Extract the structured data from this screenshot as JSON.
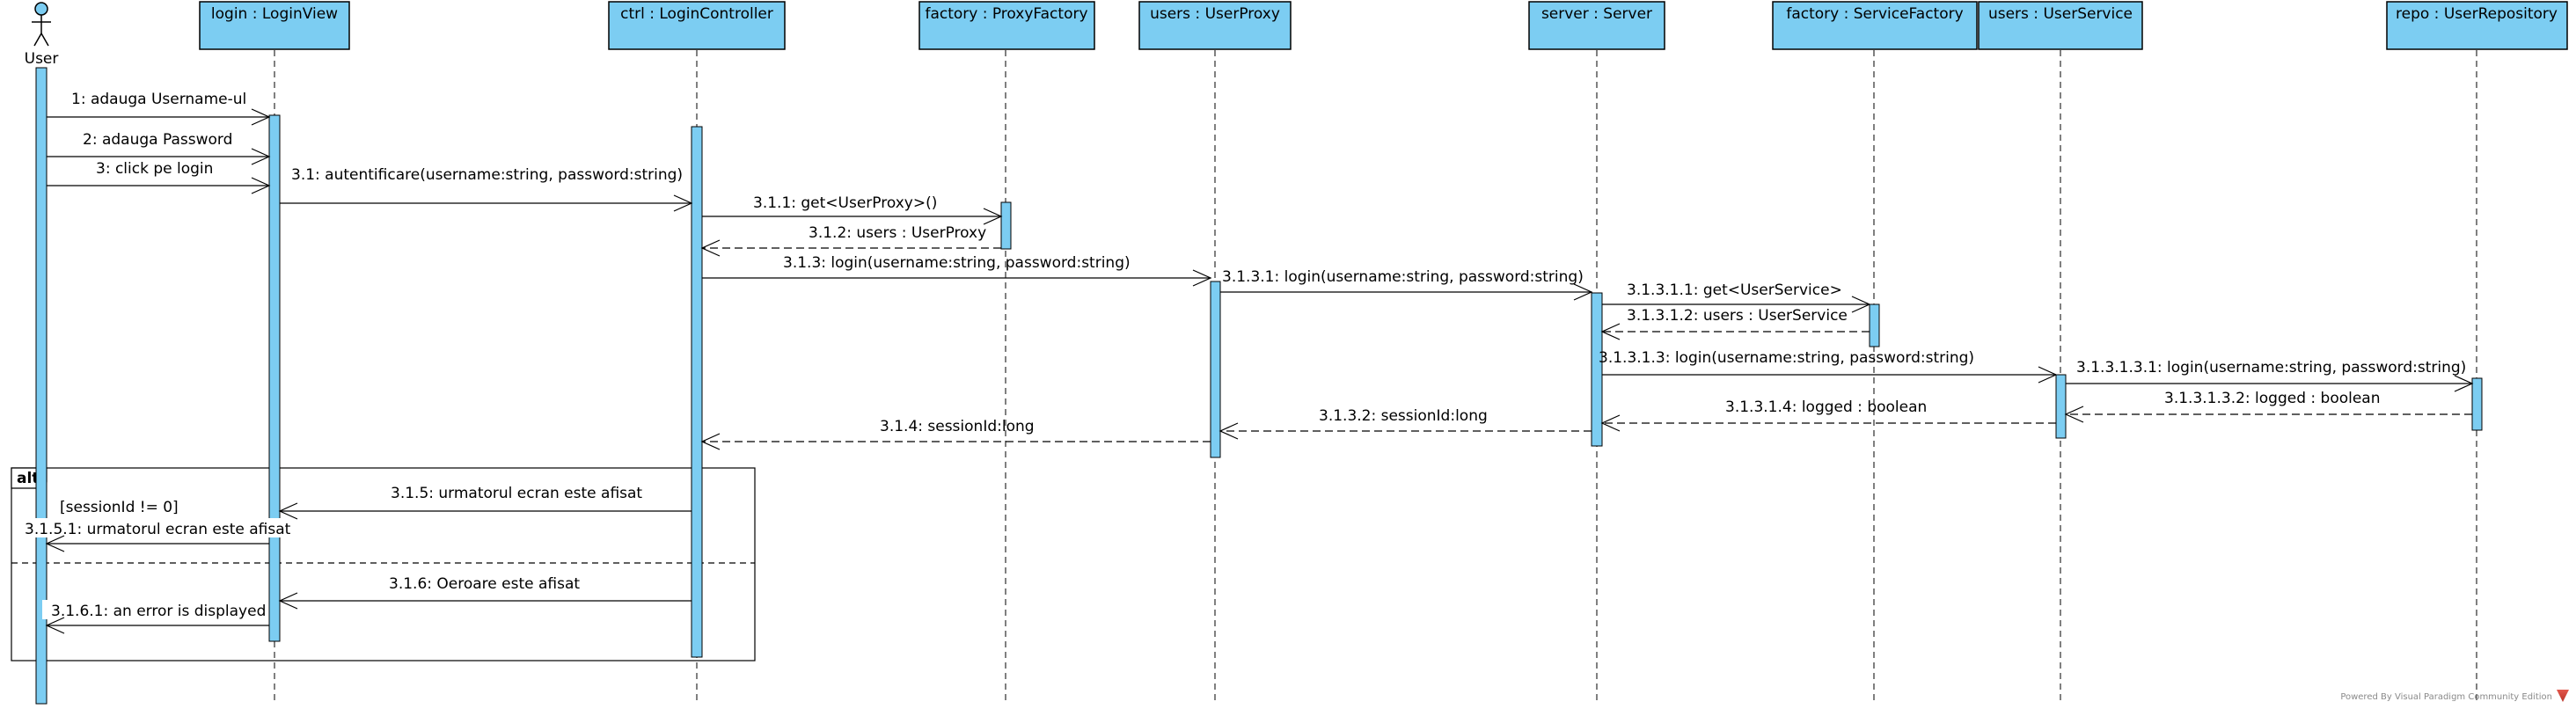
{
  "actor": {
    "name": "User"
  },
  "participants": [
    {
      "id": "login",
      "label": "login : LoginView"
    },
    {
      "id": "ctrl",
      "label": "ctrl : LoginController"
    },
    {
      "id": "pfactory",
      "label": "factory : ProxyFactory"
    },
    {
      "id": "uproxy",
      "label": "users : UserProxy"
    },
    {
      "id": "server",
      "label": "server : Server"
    },
    {
      "id": "sfactory",
      "label": "factory : ServiceFactory"
    },
    {
      "id": "uservice",
      "label": "users : UserService"
    },
    {
      "id": "repo",
      "label": "repo : UserRepository"
    }
  ],
  "messages": [
    {
      "from": "user",
      "to": "login",
      "label": "1: adauga Username-ul",
      "type": "call"
    },
    {
      "from": "user",
      "to": "login",
      "label": "2: adauga Password",
      "type": "call"
    },
    {
      "from": "user",
      "to": "login",
      "label": "3: click pe login",
      "type": "call"
    },
    {
      "from": "login",
      "to": "ctrl",
      "label": "3.1: autentificare(username:string, password:string)",
      "type": "call"
    },
    {
      "from": "ctrl",
      "to": "pfactory",
      "label": "3.1.1: get<UserProxy>()",
      "type": "call"
    },
    {
      "from": "pfactory",
      "to": "ctrl",
      "label": "3.1.2: users : UserProxy",
      "type": "return"
    },
    {
      "from": "ctrl",
      "to": "uproxy",
      "label": "3.1.3: login(username:string, password:string)",
      "type": "call"
    },
    {
      "from": "uproxy",
      "to": "server",
      "label": "3.1.3.1: login(username:string, password:string)",
      "type": "call"
    },
    {
      "from": "server",
      "to": "sfactory",
      "label": "3.1.3.1.1: get<UserService>",
      "type": "call"
    },
    {
      "from": "sfactory",
      "to": "server",
      "label": "3.1.3.1.2: users : UserService",
      "type": "return"
    },
    {
      "from": "server",
      "to": "uservice",
      "label": "3.1.3.1.3: login(username:string, password:string)",
      "type": "call"
    },
    {
      "from": "uservice",
      "to": "repo",
      "label": "3.1.3.1.3.1: login(username:string, password:string)",
      "type": "call"
    },
    {
      "from": "repo",
      "to": "uservice",
      "label": "3.1.3.1.3.2: logged : boolean",
      "type": "return"
    },
    {
      "from": "uservice",
      "to": "server",
      "label": "3.1.3.1.4: logged : boolean",
      "type": "return"
    },
    {
      "from": "server",
      "to": "uproxy",
      "label": "3.1.3.2: sessionId:long",
      "type": "return"
    },
    {
      "from": "uproxy",
      "to": "ctrl",
      "label": "3.1.4: sessionId:long",
      "type": "return"
    },
    {
      "from": "ctrl",
      "to": "login",
      "label": "3.1.5: urmatorul ecran este afisat",
      "type": "call"
    },
    {
      "from": "login",
      "to": "user",
      "label": "3.1.5.1: urmatorul ecran este afisat",
      "type": "call"
    },
    {
      "from": "ctrl",
      "to": "login",
      "label": "3.1.6: Oeroare este afisat",
      "type": "call"
    },
    {
      "from": "login",
      "to": "user",
      "label": "3.1.6.1: an error is displayed",
      "type": "call"
    }
  ],
  "fragment": {
    "operator": "alt",
    "guard": "[sessionId != 0]"
  },
  "watermark": "Powered By Visual Paradigm Community Edition"
}
